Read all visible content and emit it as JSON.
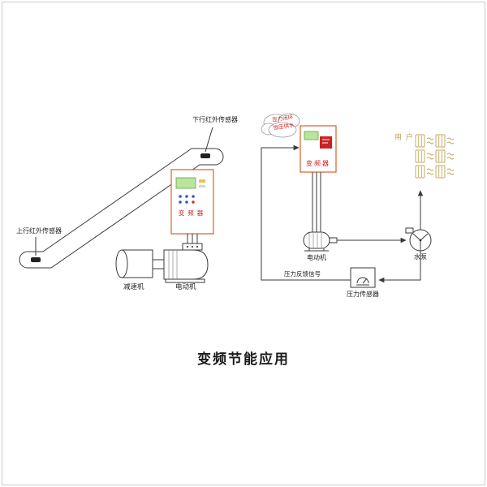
{
  "title": "变频节能应用",
  "escalator": {
    "sensor_down_label": "下行红外传感器",
    "sensor_up_label": "上行红外传感器",
    "inverter_label": "变频器",
    "reducer_label": "减速机",
    "motor_label": "电动机"
  },
  "pump_system": {
    "cloud_line1": "压力闭环",
    "cloud_line2": "恒压供水",
    "inverter_label": "变频器",
    "motor_label": "电动机",
    "pump_label": "水泵",
    "users_label": "用 户",
    "pressure_sensor_label": "压力传感器",
    "feedback_label": "压力反馈信号"
  },
  "colors": {
    "line": "#3a3a3a",
    "inverter_border": "#d4622a",
    "display_green": "#b8e69a",
    "accent_red": "#cc2222",
    "users_yellow": "#bfa455",
    "title": "#1a1a1a"
  }
}
